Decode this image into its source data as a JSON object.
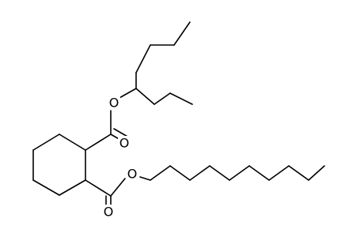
{
  "molecule": {
    "atom_labels": {
      "ester_upper_O": "O",
      "ester_upper_carbonyl_O": "O",
      "ester_lower_O": "O",
      "ester_lower_carbonyl_O": "O"
    },
    "colors": {
      "bond": "#000000",
      "background": "#ffffff"
    }
  }
}
